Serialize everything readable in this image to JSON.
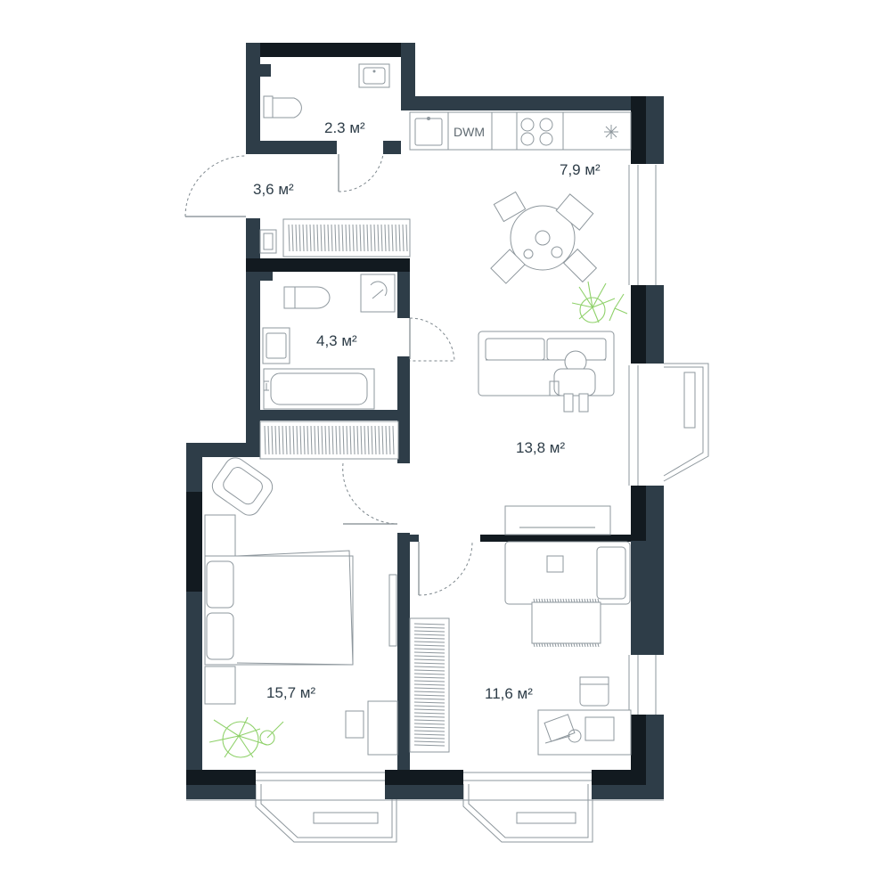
{
  "rooms": {
    "wc": "2.3 м²",
    "hall": "3,6 м²",
    "kitchen": "7,9 м²",
    "bathroom": "4,3 м²",
    "living": "13,8 м²",
    "bedroom": "15,7 м²",
    "study": "11,6 м²"
  },
  "appliances": {
    "dishwasher": "DWM"
  },
  "colors": {
    "wall": "#2e3d48",
    "wall_dark": "#121a20",
    "line": "#8e979d",
    "plant": "#8fd16a"
  }
}
